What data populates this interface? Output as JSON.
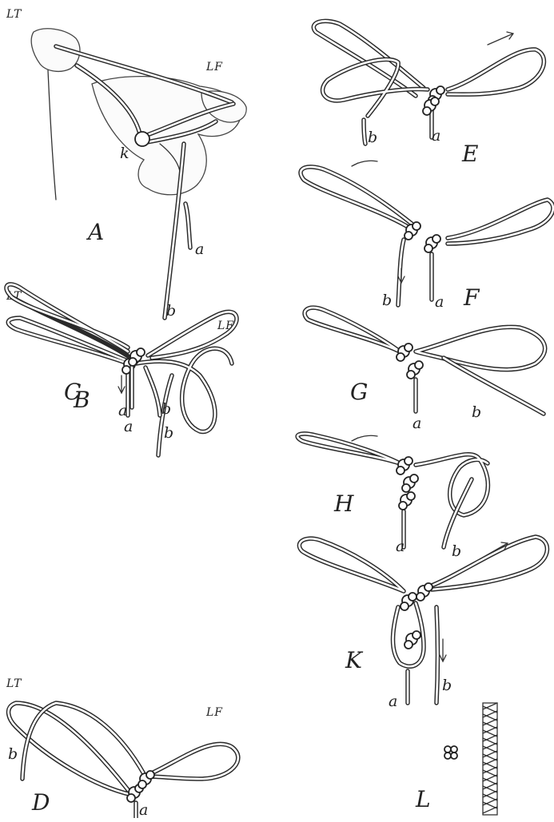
{
  "figures": {
    "A": {
      "label": "A",
      "hand_left": "LT",
      "hand_right": "LF",
      "loop_mark": "k",
      "end_a": "a",
      "end_b": "b"
    },
    "B": {
      "label": "B",
      "hand_left": "LT",
      "hand_right": "LF",
      "end_a": "a",
      "end_b": "b"
    },
    "C": {
      "label": "C",
      "end_a": "a",
      "end_b": "b"
    },
    "D": {
      "label": "D",
      "hand_left": "LT",
      "hand_right": "LF",
      "end_a": "a",
      "end_b": "b"
    },
    "E": {
      "label": "E",
      "end_a": "a",
      "end_b": "b"
    },
    "F": {
      "label": "F",
      "end_a": "a",
      "end_b": "b"
    },
    "G": {
      "label": "G",
      "end_a": "a",
      "end_b": "b"
    },
    "H": {
      "label": "H",
      "end_a": "a",
      "end_b": "b"
    },
    "K": {
      "label": "K",
      "end_a": "a",
      "end_b": "b"
    },
    "L": {
      "label": "L"
    }
  },
  "colors": {
    "ink": "#2a2a2a",
    "paper": "#ffffff"
  }
}
